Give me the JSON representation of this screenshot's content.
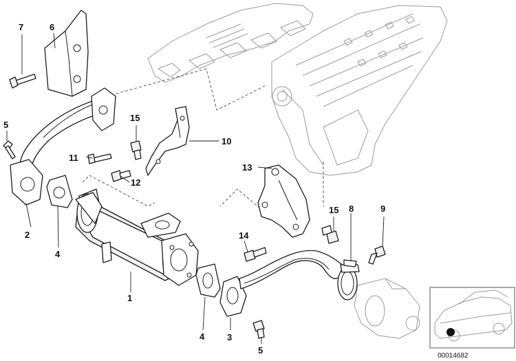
{
  "diagram": {
    "callouts": [
      {
        "id": "c1",
        "label": "1"
      },
      {
        "id": "c2",
        "label": "2"
      },
      {
        "id": "c3",
        "label": "3"
      },
      {
        "id": "c4a",
        "label": "4"
      },
      {
        "id": "c4b",
        "label": "4"
      },
      {
        "id": "c5a",
        "label": "5"
      },
      {
        "id": "c5b",
        "label": "5"
      },
      {
        "id": "c6",
        "label": "6"
      },
      {
        "id": "c7",
        "label": "7"
      },
      {
        "id": "c8",
        "label": "8"
      },
      {
        "id": "c9",
        "label": "9"
      },
      {
        "id": "c10",
        "label": "10"
      },
      {
        "id": "c11",
        "label": "11"
      },
      {
        "id": "c12",
        "label": "12"
      },
      {
        "id": "c13",
        "label": "13"
      },
      {
        "id": "c14",
        "label": "14"
      },
      {
        "id": "c15a",
        "label": "15"
      },
      {
        "id": "c15b",
        "label": "15"
      }
    ],
    "reference_number": "00014682"
  }
}
